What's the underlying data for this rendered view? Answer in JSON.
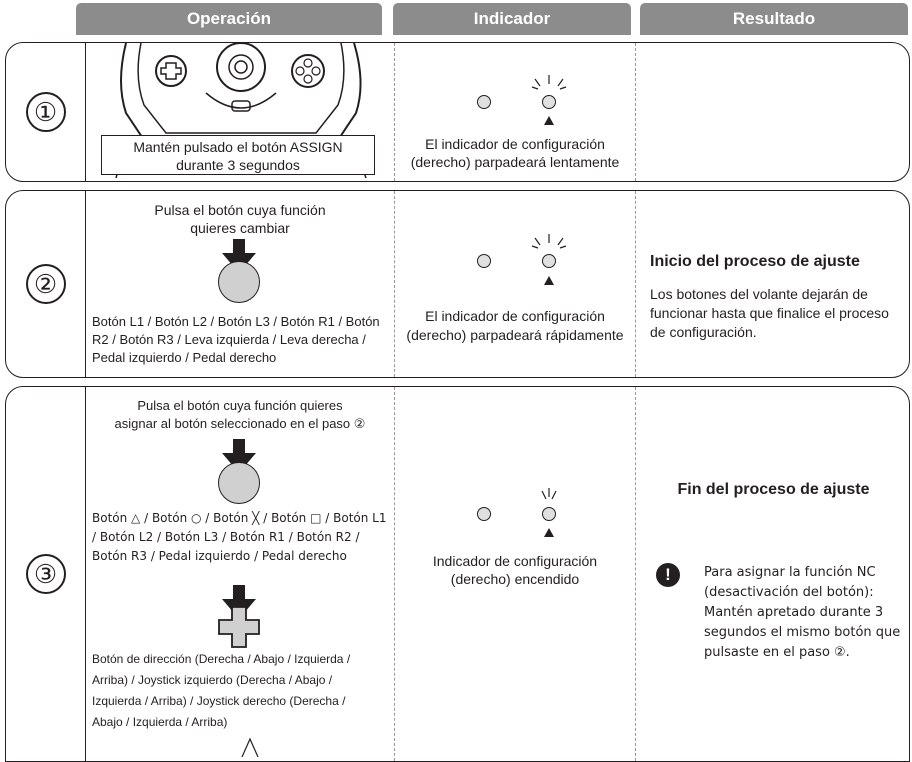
{
  "headers": {
    "operation": "Operación",
    "indicator": "Indicador",
    "result": "Resultado"
  },
  "steps": [
    {
      "number": "①",
      "operation_text": "Mantén pulsado el botón ASSIGN durante 3 segundos",
      "operation_line1": "Mantén pulsado el botón ASSIGN",
      "operation_line2": "durante 3 segundos",
      "indicator_line1": "El indicador de configuración",
      "indicator_line2": "(derecho) parpadeará lentamente",
      "result_title": "",
      "result_body": ""
    },
    {
      "number": "②",
      "operation_title_line1": "Pulsa el botón cuya función",
      "operation_title_line2": "quieres cambiar",
      "operation_list": "Botón L1 / Botón L2 / Botón L3 / Botón R1 / Botón R2 / Botón R3 / Leva izquierda / Leva derecha / Pedal izquierdo / Pedal derecho",
      "indicator_line1": "El indicador de configuración",
      "indicator_line2": "(derecho) parpadeará rápidamente",
      "result_title": "Inicio del proceso de ajuste",
      "result_body": "Los botones del volante dejarán de funcionar hasta que finalice el proceso de configuración."
    },
    {
      "number": "③",
      "operation_title_line1": "Pulsa el botón cuya función quieres",
      "operation_title_line2": "asignar al botón seleccionado en el paso ②",
      "operation_list1": "Botón △ / Botón ○ / Botón ╳ / Botón □ / Botón L1 / Botón L2 / Botón L3 / Botón R1 / Botón R2 / Botón R3 / Pedal izquierdo / Pedal derecho",
      "operation_list2": "Botón de dirección (Derecha / Abajo / Izquierda / Arriba) / Joystick izquierdo (Derecha / Abajo / Izquierda / Arriba) / Joystick derecho (Derecha / Abajo / Izquierda / Arriba)",
      "indicator_line1": "Indicador de configuración",
      "indicator_line2": "(derecho) encendido",
      "result_title": "Fin del proceso de ajuste",
      "result_body": "Para asignar la función NC (desactivación del botón): Mantén apretado durante 3 segundos el mismo botón que pulsaste en el paso ②."
    }
  ],
  "colors": {
    "header_bg": "#8c8c8c",
    "border": "#231f20",
    "led_fill": "#e0e0e0"
  }
}
